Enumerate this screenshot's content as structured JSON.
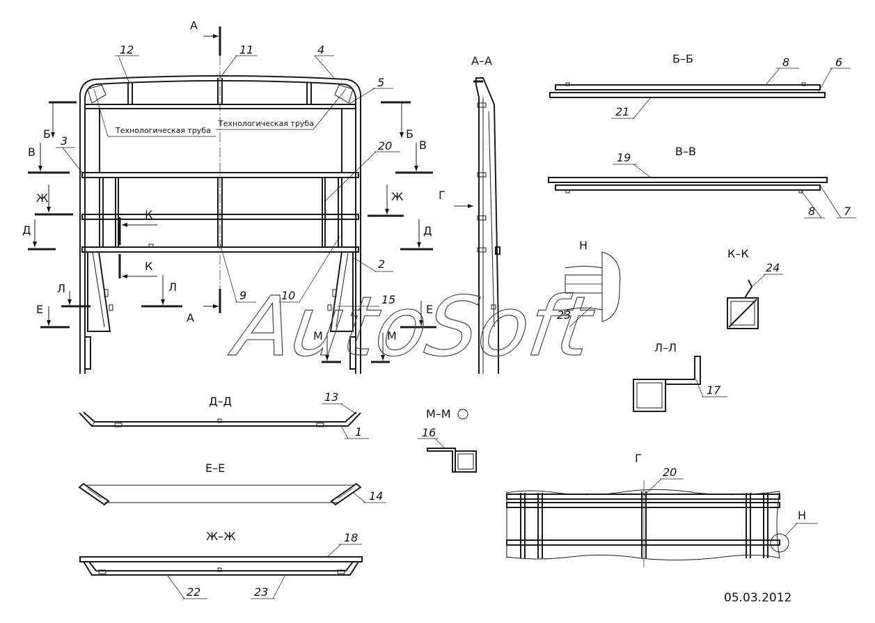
{
  "views": {
    "main_section_a": "А",
    "aa": "А–А",
    "bb": "Б–Б",
    "vv": "В–В",
    "dd": "Д–Д",
    "ee": "Е–Е",
    "zhzh": "Ж–Ж",
    "mm": "М–М",
    "ll": "Л–Л",
    "kk": "К–К",
    "g": "Г",
    "n": "Н"
  },
  "section_letters": {
    "a": "А",
    "b": "Б",
    "v": "В",
    "zh": "Ж",
    "d": "Д",
    "k": "К",
    "l": "Л",
    "e": "Е",
    "m": "М",
    "g": "Г",
    "n": "Н"
  },
  "callouts": [
    "1",
    "2",
    "3",
    "4",
    "5",
    "6",
    "7",
    "8",
    "9",
    "10",
    "11",
    "12",
    "13",
    "14",
    "15",
    "16",
    "17",
    "18",
    "19",
    "20",
    "21",
    "22",
    "23",
    "24"
  ],
  "notes": {
    "tech_pipe": "Технологическая труба"
  },
  "watermark": "AutoSoft",
  "date": "05.03.2012"
}
